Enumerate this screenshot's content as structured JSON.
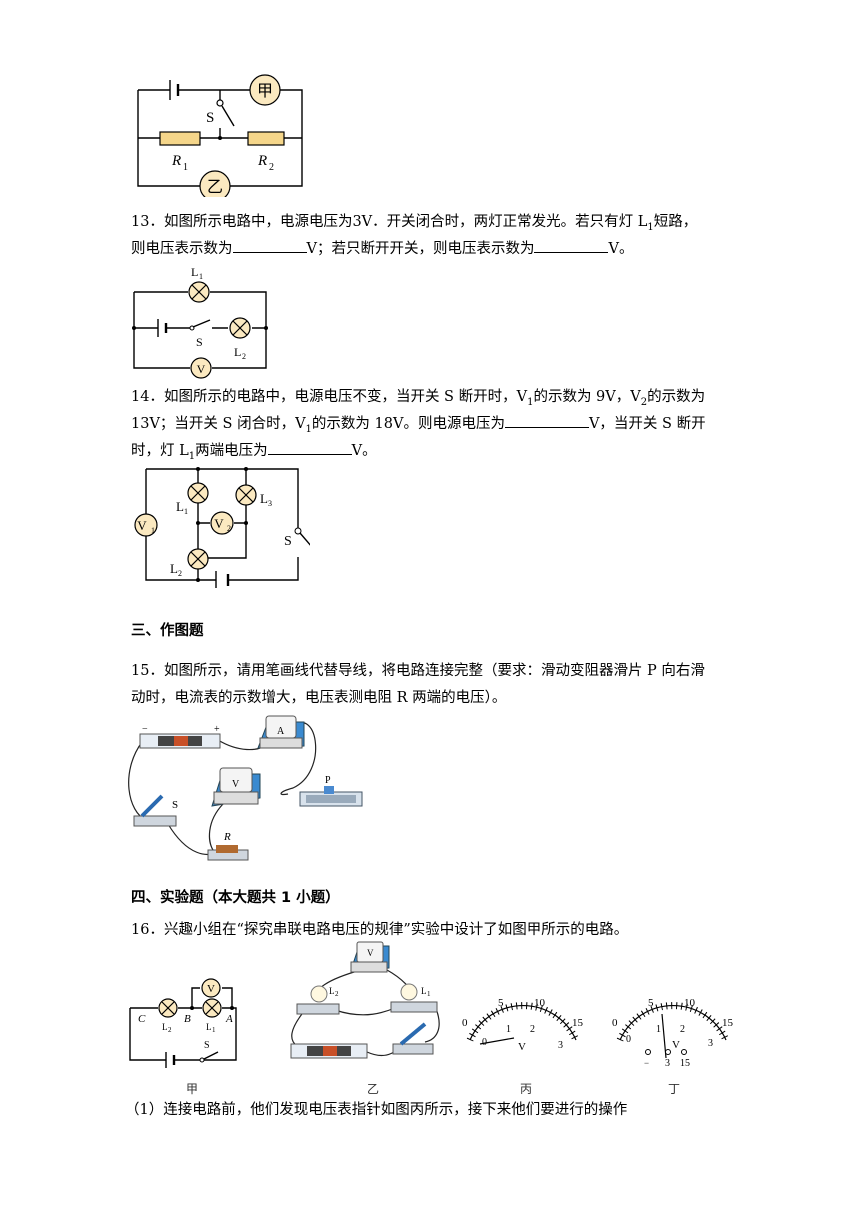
{
  "fig12": {
    "label_jia": "甲",
    "label_yi": "乙",
    "label_s": "S",
    "label_r1": "R",
    "sub_r1": "1",
    "label_r2": "R",
    "sub_r2": "2"
  },
  "q13": {
    "line1": "13．如图所示电路中，电源电压为3V．开关闭合时，两灯正常发光。若只有灯 L",
    "line1_sub": "1",
    "line1_end": "短路，",
    "line2_a": "则电压表示数为",
    "line2_b": "V；若只断开开关，则电压表示数为",
    "line2_c": "V。",
    "fig": {
      "l1": "L",
      "l1_sub": "1",
      "l2": "L",
      "l2_sub": "2",
      "s": "S",
      "v": "V"
    }
  },
  "q14": {
    "line1": "14．如图所示的电路中，电源电压不变，当开关 S 断开时，V",
    "line1_mid": "的示数为 9V，V",
    "line1_end": "的示数为",
    "line2_a": "13V；当开关 S 闭合时，V",
    "line2_b": "的示数为 18V。则电源电压为",
    "line2_c": "V，当开关 S 断开",
    "line3_a": "时，灯 L",
    "line3_b": "两端电压为",
    "line3_c": "V。",
    "fig": {
      "v1": "V",
      "v2": "V",
      "l1": "L",
      "l2": "L",
      "l3": "L",
      "s": "S",
      "sub1": "1",
      "sub2": "2",
      "sub3": "3"
    }
  },
  "section3": {
    "title": "三、作图题"
  },
  "q15": {
    "line1": "15．如图所示，请用笔画线代替导线，将电路连接完整（要求：滑动变阻器滑片 P 向右滑",
    "line2": "动时，电流表的示数增大，电压表测电阻 R 两端的电压）。",
    "fig": {
      "a": "A",
      "v": "V",
      "p": "P",
      "s": "S",
      "r": "R",
      "minus": "−",
      "plus": "+"
    }
  },
  "section4": {
    "title": "四、实验题（本大题共 1 小题）"
  },
  "q16": {
    "line1": "16．兴趣小组在“探究串联电路电压的规律”实验中设计了如图甲所示的电路。",
    "captions": [
      "甲",
      "乙",
      "丙",
      "丁"
    ],
    "fig_jia": {
      "c": "C",
      "b": "B",
      "a": "A",
      "l2": "L",
      "l1": "L",
      "sub1": "1",
      "sub2": "2",
      "s": "S",
      "v": "V"
    },
    "fig_yi": {
      "l2": "L",
      "l1": "L",
      "sub1": "1",
      "sub2": "2",
      "v": "V"
    },
    "meter_bing": {
      "ticks_top": [
        "0",
        "5",
        "10",
        "15"
      ],
      "ticks_bottom": [
        "1",
        "2",
        "3"
      ],
      "unit": "V",
      "pointer": "0"
    },
    "meter_ding": {
      "ticks_top": [
        "0",
        "5",
        "10",
        "15"
      ],
      "ticks_bottom": [
        "0",
        "1",
        "2",
        "3"
      ],
      "unit": "V",
      "terminals": [
        "−",
        "3",
        "15"
      ]
    },
    "sub1": "（1）连接电路前，他们发现电压表指针如图丙所示，接下来他们要进行的操作"
  }
}
